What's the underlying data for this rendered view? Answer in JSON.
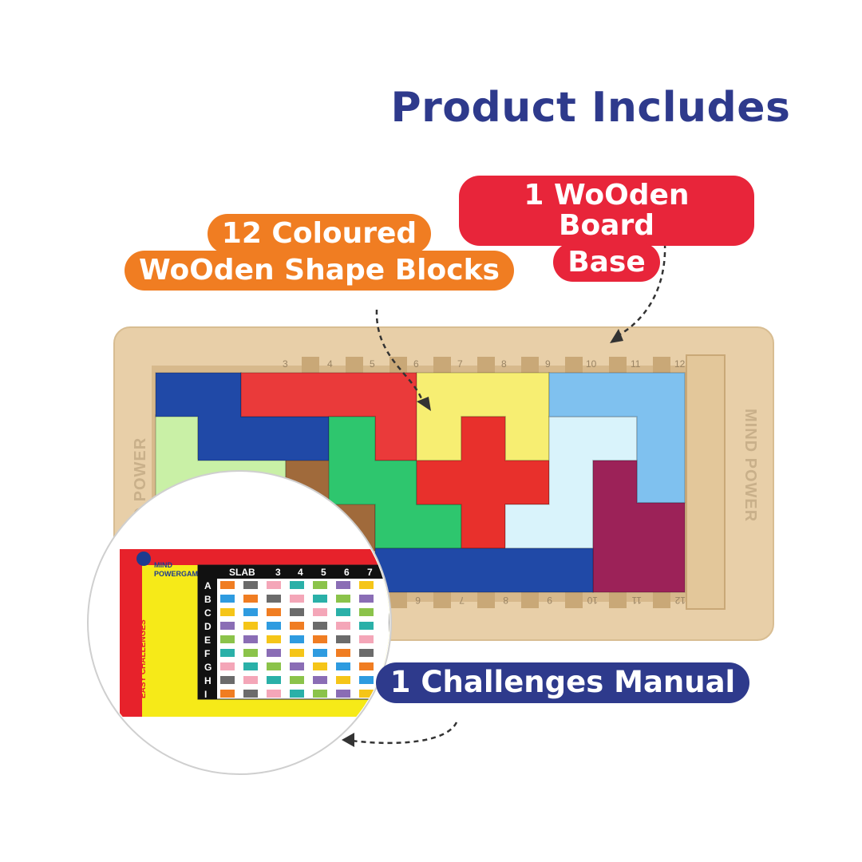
{
  "heading": "Product Includes",
  "labels": {
    "board_line1": "1 WoOden Board",
    "board_line2": "Base",
    "blocks_line1": "12 Coloured",
    "blocks_line2": "WoOden Shape Blocks",
    "manual": "1 Challenges Manual"
  },
  "board": {
    "top_numbers": [
      "3",
      "4",
      "5",
      "6",
      "7",
      "8",
      "9",
      "10",
      "11",
      "12"
    ],
    "bottom_numbers": [
      "6",
      "7",
      "8",
      "9",
      "10",
      "11",
      "12"
    ],
    "side_text": "MIND POWER"
  },
  "manual_card": {
    "brand_line1": "MIND",
    "brand_line2": "POWERGAME",
    "side_label": "EASY CHALLENGES",
    "columns": [
      "SLAB",
      "3",
      "4",
      "5",
      "6",
      "7"
    ],
    "rows": [
      "A",
      "B",
      "C",
      "D",
      "E",
      "F",
      "G",
      "H",
      "I"
    ]
  },
  "colors": {
    "heading": "#2e3a8c",
    "board_tag": "#e8253a",
    "blocks_tag": "#f07d22",
    "manual_tag": "#2e3a8c",
    "wood": "#e8cfa8"
  }
}
